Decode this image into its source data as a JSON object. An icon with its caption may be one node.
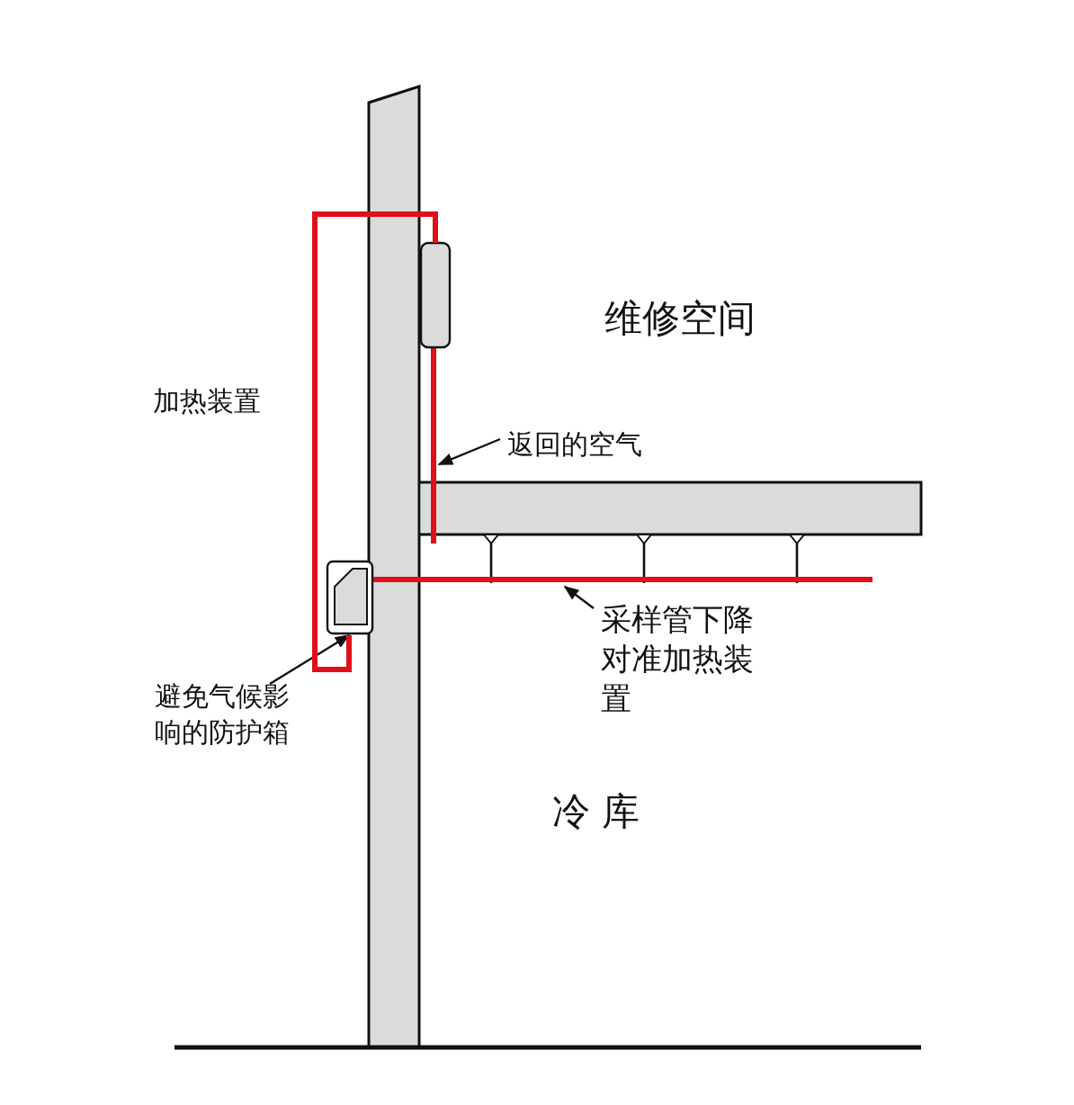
{
  "diagram": {
    "nodes": [
      {
        "text": [
          "返回的空气"
        ]
      },
      {
        "text": [],
        "shape": "pipe"
      },
      {
        "text": [
          "采样管下降对准加热装置"
        ]
      },
      {
        "text": [],
        "shape": "pipe"
      },
      {
        "text": [
          "避免气候影响的防护箱"
        ]
      },
      {
        "text": [],
        "shape": "box"
      },
      {
        "text": [],
        "shape": "box"
      }
    ],
    "edges": [
      {
        "from": 0,
        "to": 1,
        "arrow": "to"
      },
      {
        "from": 2,
        "to": 3,
        "arrow": "to"
      },
      {
        "from": 4,
        "to": 5,
        "arrow": "to"
      },
      {
        "from": 6,
        "to": 5,
        "arrow": "none",
        "style": "thick",
        "color": "#e0101a"
      }
    ],
    "labels": [
      "加热装置",
      "维修空间",
      "冷 库"
    ]
  }
}
